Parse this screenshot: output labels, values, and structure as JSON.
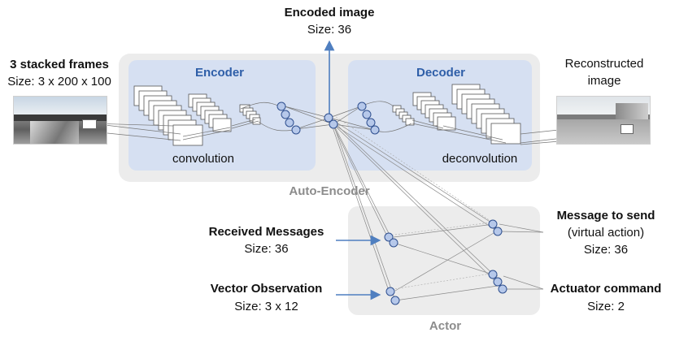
{
  "encoded_image": {
    "title": "Encoded image",
    "size": "Size: 36"
  },
  "input": {
    "title": "3 stacked frames",
    "size": "Size: 3 x 200 x 100"
  },
  "output": {
    "line1": "Reconstructed",
    "line2": "image"
  },
  "encoder": {
    "title": "Encoder",
    "label": "convolution"
  },
  "decoder": {
    "title": "Decoder",
    "label": "deconvolution"
  },
  "autoencoder_label": "Auto-Encoder",
  "actor_label": "Actor",
  "received": {
    "title": "Received Messages",
    "size": "Size: 36"
  },
  "vector_obs": {
    "title": "Vector Observation",
    "size": "Size: 3 x 12"
  },
  "message_out": {
    "title": "Message to send",
    "subtitle": "(virtual action)",
    "size": "Size: 36"
  },
  "actuator": {
    "title": "Actuator command",
    "size": "Size: 2"
  },
  "colors": {
    "panel_grey": "#ececec",
    "panel_blue": "#d6e0f2",
    "node_fill": "#b6c8ea",
    "node_stroke": "#2e4f8f",
    "arrow_blue": "#4f7fc0",
    "title_blue": "#2e5ea8"
  }
}
